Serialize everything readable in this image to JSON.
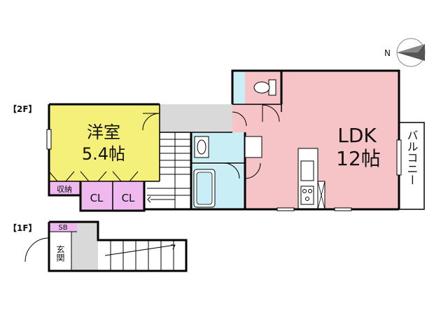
{
  "floors": {
    "second": "【2F】",
    "first": "【1F】"
  },
  "rooms": {
    "western": {
      "name": "洋室",
      "size": "5.4帖",
      "color": "#f4f07a"
    },
    "ldk": {
      "name": "LDK",
      "size": "12帖",
      "color": "#f6c3c7"
    },
    "storage": {
      "label": "収納"
    },
    "closet_1": {
      "label": "CL"
    },
    "closet_2": {
      "label": "CL"
    },
    "shoe_box": {
      "label": "SB"
    },
    "entrance": {
      "label": "玄関"
    },
    "balcony": {
      "label": "バルコニー"
    }
  },
  "colors": {
    "wet_area": "#c9eef6",
    "storage": "#efb8ef",
    "circulation": "#d9d9d9",
    "wall": "#000000"
  },
  "compass": {
    "label": "N"
  }
}
